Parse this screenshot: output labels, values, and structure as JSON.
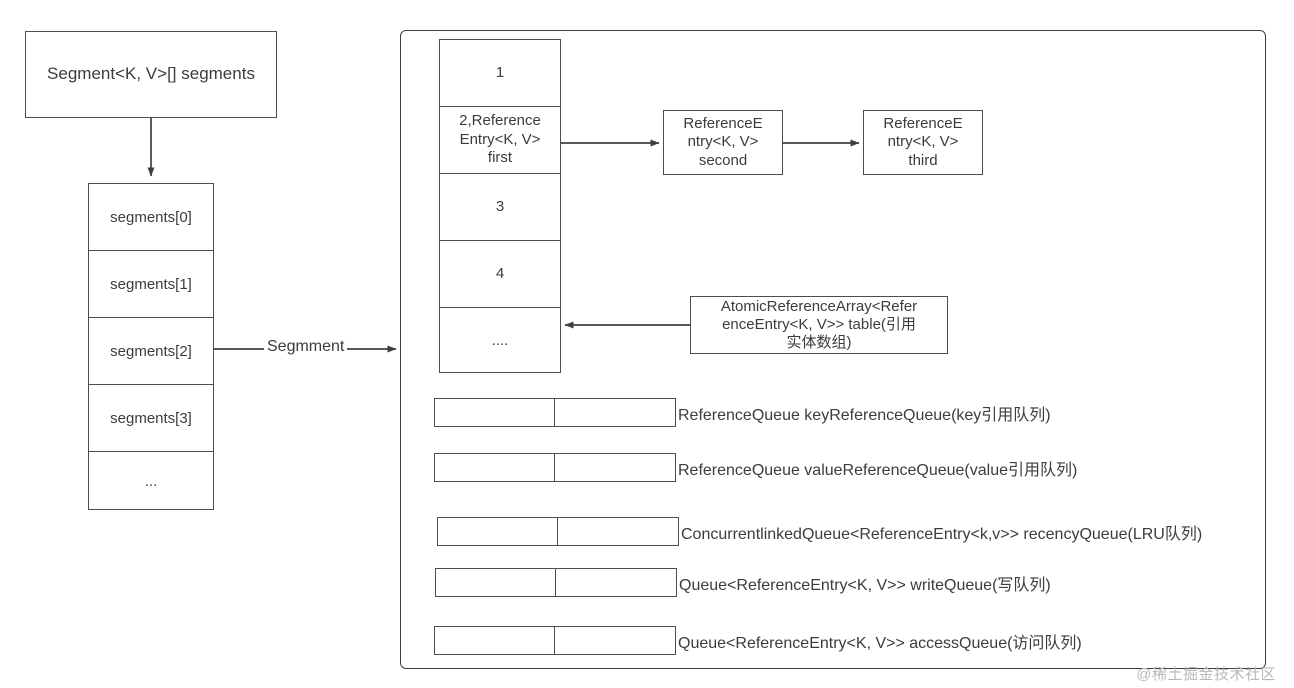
{
  "diagram": {
    "title_box": {
      "label": "Segment<K, V>[] segments"
    },
    "edge_labels": {
      "segmment": "Segmment"
    },
    "segments_column": {
      "cells": [
        {
          "label": "segments[0]"
        },
        {
          "label": "segments[1]"
        },
        {
          "label": "segments[2]"
        },
        {
          "label": "segments[3]"
        },
        {
          "label": "..."
        }
      ]
    },
    "table_column": {
      "cells": [
        {
          "label": "1"
        },
        {
          "label": "2,Reference\nEntry<K, V>\nfirst"
        },
        {
          "label": "3"
        },
        {
          "label": "4"
        },
        {
          "label": "...."
        }
      ]
    },
    "reference_entries": [
      {
        "label": "ReferenceE\nntry<K, V>\nsecond"
      },
      {
        "label": "ReferenceE\nntry<K, V>\nthird"
      }
    ],
    "atomic_array": {
      "label": "AtomicReferenceArray<Refer\nenceEntry<K, V>> table(引用\n实体数组)"
    },
    "queues": [
      {
        "label": "ReferenceQueue keyReferenceQueue(key引用队列)"
      },
      {
        "label": "ReferenceQueue valueReferenceQueue(value引用队列)"
      },
      {
        "label": "ConcurrentlinkedQueue<ReferenceEntry<k,v>> recencyQueue(LRU队列)"
      },
      {
        "label": "Queue<ReferenceEntry<K, V>> writeQueue(写队列)"
      },
      {
        "label": "Queue<ReferenceEntry<K, V>> accessQueue(访问队列)"
      }
    ],
    "watermark": {
      "label": "@稀土掘金技术社区"
    },
    "colors": {
      "stroke": "#4d4d4d",
      "text": "#3c3c3c",
      "background": "#ffffff",
      "watermark": "#b9b9b9"
    }
  }
}
